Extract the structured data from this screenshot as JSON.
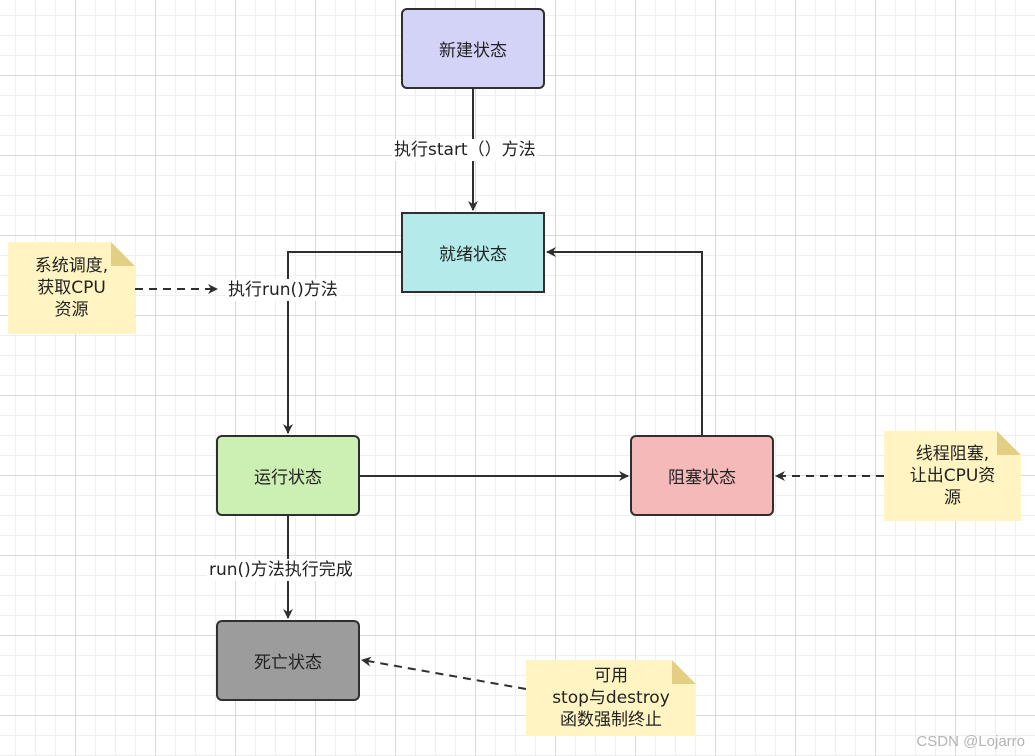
{
  "states": {
    "new": "新建状态",
    "ready": "就绪状态",
    "running": "运行状态",
    "blocked": "阻塞状态",
    "dead": "死亡状态"
  },
  "edges": {
    "new_to_ready": "执行start（）方法",
    "ready_to_running": "执行run()方法",
    "running_to_dead": "run()方法执行完成"
  },
  "notes": {
    "scheduler": [
      "系统调度,",
      "获取CPU",
      "资源"
    ],
    "block": [
      "线程阻塞,",
      "让出CPU资",
      "源"
    ],
    "stop": [
      "可用",
      "stop与destroy",
      "函数强制终止"
    ]
  },
  "watermark": "CSDN @Lojarro"
}
